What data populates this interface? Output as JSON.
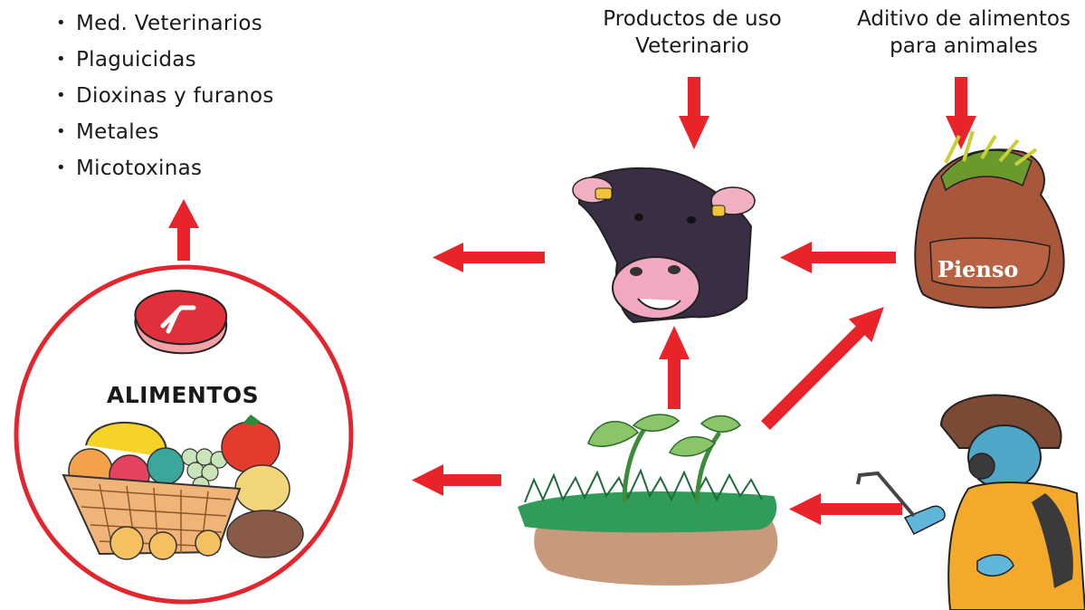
{
  "contaminants": [
    "Med. Veterinarios",
    "Plaguicidas",
    "Dioxinas y furanos",
    "Metales",
    "Micotoxinas"
  ],
  "labels": {
    "veterinary_products": "Productos de uso\nVeterinario",
    "feed_additives": "Aditivo de alimentos\npara animales",
    "foods": "ALIMENTOS",
    "feed": "Pienso"
  },
  "colors": {
    "arrow": "#e8232a",
    "circle": "#e3262d"
  },
  "icons": [
    "meat-steak-icon",
    "fruit-basket-icon",
    "cow-icon",
    "feed-sack-icon",
    "crop-plants-icon",
    "pesticide-sprayer-person-icon"
  ]
}
